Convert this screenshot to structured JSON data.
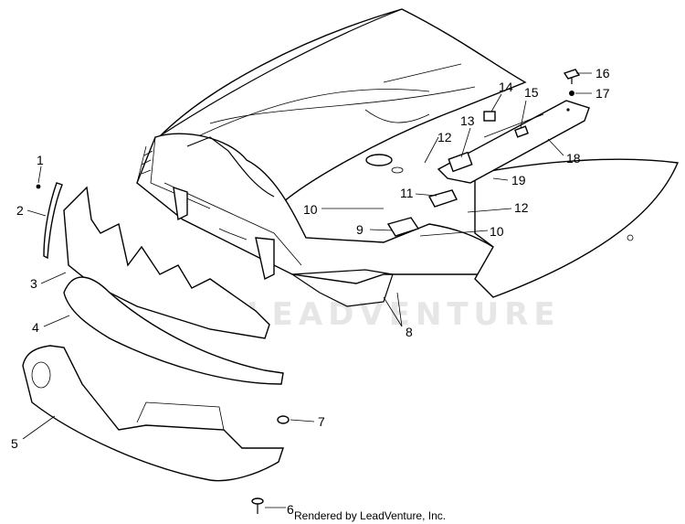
{
  "callouts": [
    "1",
    "2",
    "3",
    "4",
    "5",
    "6",
    "7",
    "8",
    "9",
    "10",
    "10",
    "11",
    "12",
    "12",
    "13",
    "14",
    "15",
    "16",
    "17",
    "18",
    "19"
  ],
  "watermark": "LEADVENTURE",
  "footer": "Rendered by LeadVenture, Inc."
}
